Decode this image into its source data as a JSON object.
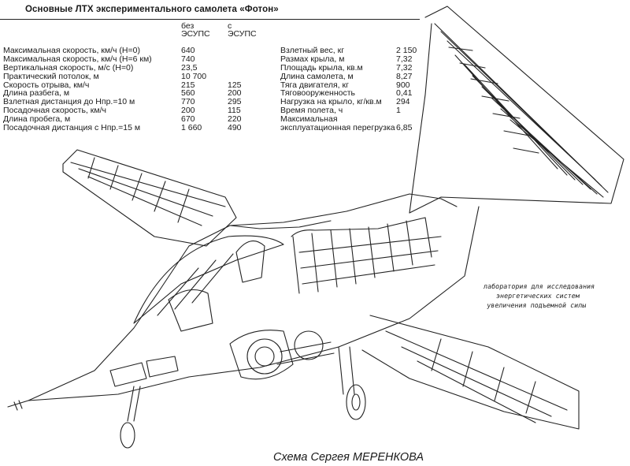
{
  "title": "Основные ЛТХ экспериментального самолета «Фотон»",
  "columns": {
    "without": [
      "без",
      "ЭСУПС"
    ],
    "with": [
      "с",
      "ЭСУПС"
    ]
  },
  "left_rows": [
    {
      "label": "Максимальная скорость, км/ч (H=0)",
      "without": "640",
      "with": ""
    },
    {
      "label": "Максимальная скорость, км/ч (H=6 км)",
      "without": "740",
      "with": ""
    },
    {
      "label": "Вертикальная скорость, м/с (H=0)",
      "without": "23,5",
      "with": ""
    },
    {
      "label": "Практический потолок, м",
      "without": "10 700",
      "with": ""
    },
    {
      "label": "Скорость отрыва, км/ч",
      "without": "215",
      "with": "125"
    },
    {
      "label": "Длина разбега, м",
      "without": "560",
      "with": "200"
    },
    {
      "label": "Взлетная дистанция до Нпр.=10 м",
      "without": "770",
      "with": "295"
    },
    {
      "label": "Посадочная скорость, км/ч",
      "without": "200",
      "with": "115"
    },
    {
      "label": "Длина пробега, м",
      "without": "670",
      "with": "220"
    },
    {
      "label": "Посадочная дистанция с Нпр.=15 м",
      "without": "1 660",
      "with": "490"
    }
  ],
  "right_rows": [
    {
      "label": "Взлетный вес, кг",
      "value": "2 150"
    },
    {
      "label": "Размах крыла, м",
      "value": "7,32"
    },
    {
      "label": "Площадь крыла, кв.м",
      "value": "7,32"
    },
    {
      "label": "Длина самолета, м",
      "value": "8,27"
    },
    {
      "label": "Тяга двигателя, кг",
      "value": "900"
    },
    {
      "label": "Тяговооруженность",
      "value": "0,41"
    },
    {
      "label": "Нагрузка на крыло, кг/кв.м",
      "value": "294"
    },
    {
      "label": "Время полета, ч",
      "value": "1"
    },
    {
      "label": "Максимальная",
      "value": ""
    },
    {
      "label": "эксплуатационная перегрузка",
      "value": "6,85"
    }
  ],
  "annotation": [
    "лаборатория для исследования",
    "энергетических систем",
    "увеличения подъемной силы"
  ],
  "credit": "Схема Сергея МЕРЕНКОВА",
  "illustration": {
    "subject": "aircraft-cutaway-drawing",
    "ink_color": "#222222"
  }
}
